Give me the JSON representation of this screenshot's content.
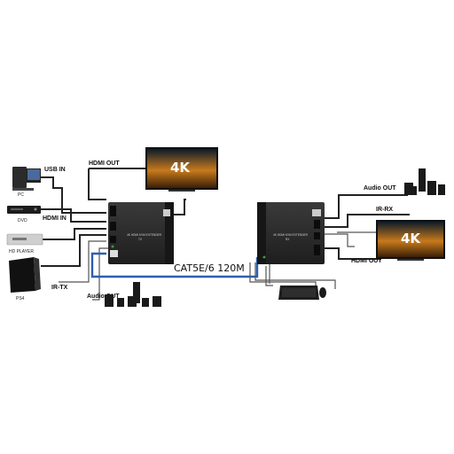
{
  "labels": {
    "usb_in": "USB IN",
    "hdmi_out_top": "HDMI OUT",
    "hdmi_in": "HDMI IN",
    "ir_tx": "IR-TX",
    "audio_out_left": "Audio OUT",
    "cat": "CAT5E/6 120M",
    "audio_out_right": "Audio OUT",
    "ir_rx": "IR-RX",
    "hdmi_out_right": "HDMI OUT"
  },
  "devices": {
    "pc": "PC",
    "dvd": "DVD",
    "hd_player": "HD PLAYER",
    "ps4": "PS4"
  },
  "tx_box": {
    "line1": "4K HDMI KVM EXTENDER",
    "line2": "TX"
  },
  "rx_box": {
    "line1": "4K HDMI KVM EXTENDER",
    "line2": "RX"
  },
  "tv_text": "4K",
  "colors": {
    "cat_cable": "#2d5fb0",
    "box": "#2a2a2a"
  }
}
